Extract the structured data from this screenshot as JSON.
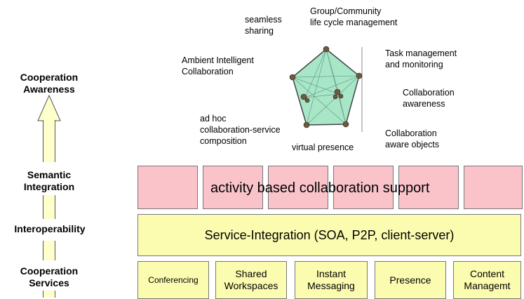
{
  "levels": {
    "cooperation_awareness": [
      "Cooperation",
      "Awareness"
    ],
    "semantic_integration": [
      "Semantic",
      "Integration"
    ],
    "interoperability": "Interoperability",
    "cooperation_services": [
      "Cooperation",
      "Services"
    ]
  },
  "layers": {
    "activity": "activity based collaboration support",
    "service_integration": "Service-Integration (SOA, P2P, client-server)"
  },
  "services": [
    [
      "Conferencing"
    ],
    [
      "Shared",
      "Workspaces"
    ],
    [
      "Instant",
      "Messaging"
    ],
    [
      "Presence"
    ],
    [
      "Content",
      "Managemt"
    ]
  ],
  "features": {
    "seamless_sharing": [
      "seamless",
      "sharing"
    ],
    "group_community": [
      "Group/Community",
      "life cycle management"
    ],
    "ambient": [
      "Ambient Intelligent",
      "Collaboration"
    ],
    "task_management": [
      "Task management",
      "and monitoring"
    ],
    "collab_awareness": [
      "Collaboration",
      "awareness"
    ],
    "ad_hoc": [
      "ad hoc",
      "collaboration-service",
      "composition"
    ],
    "aware_objects": [
      "Collaboration",
      "aware objects"
    ],
    "virtual_presence": "virtual presence"
  },
  "colors": {
    "pink": "#f9c3c9",
    "yellow": "#fcfcb0",
    "network_fill": "#a8e6c8"
  }
}
